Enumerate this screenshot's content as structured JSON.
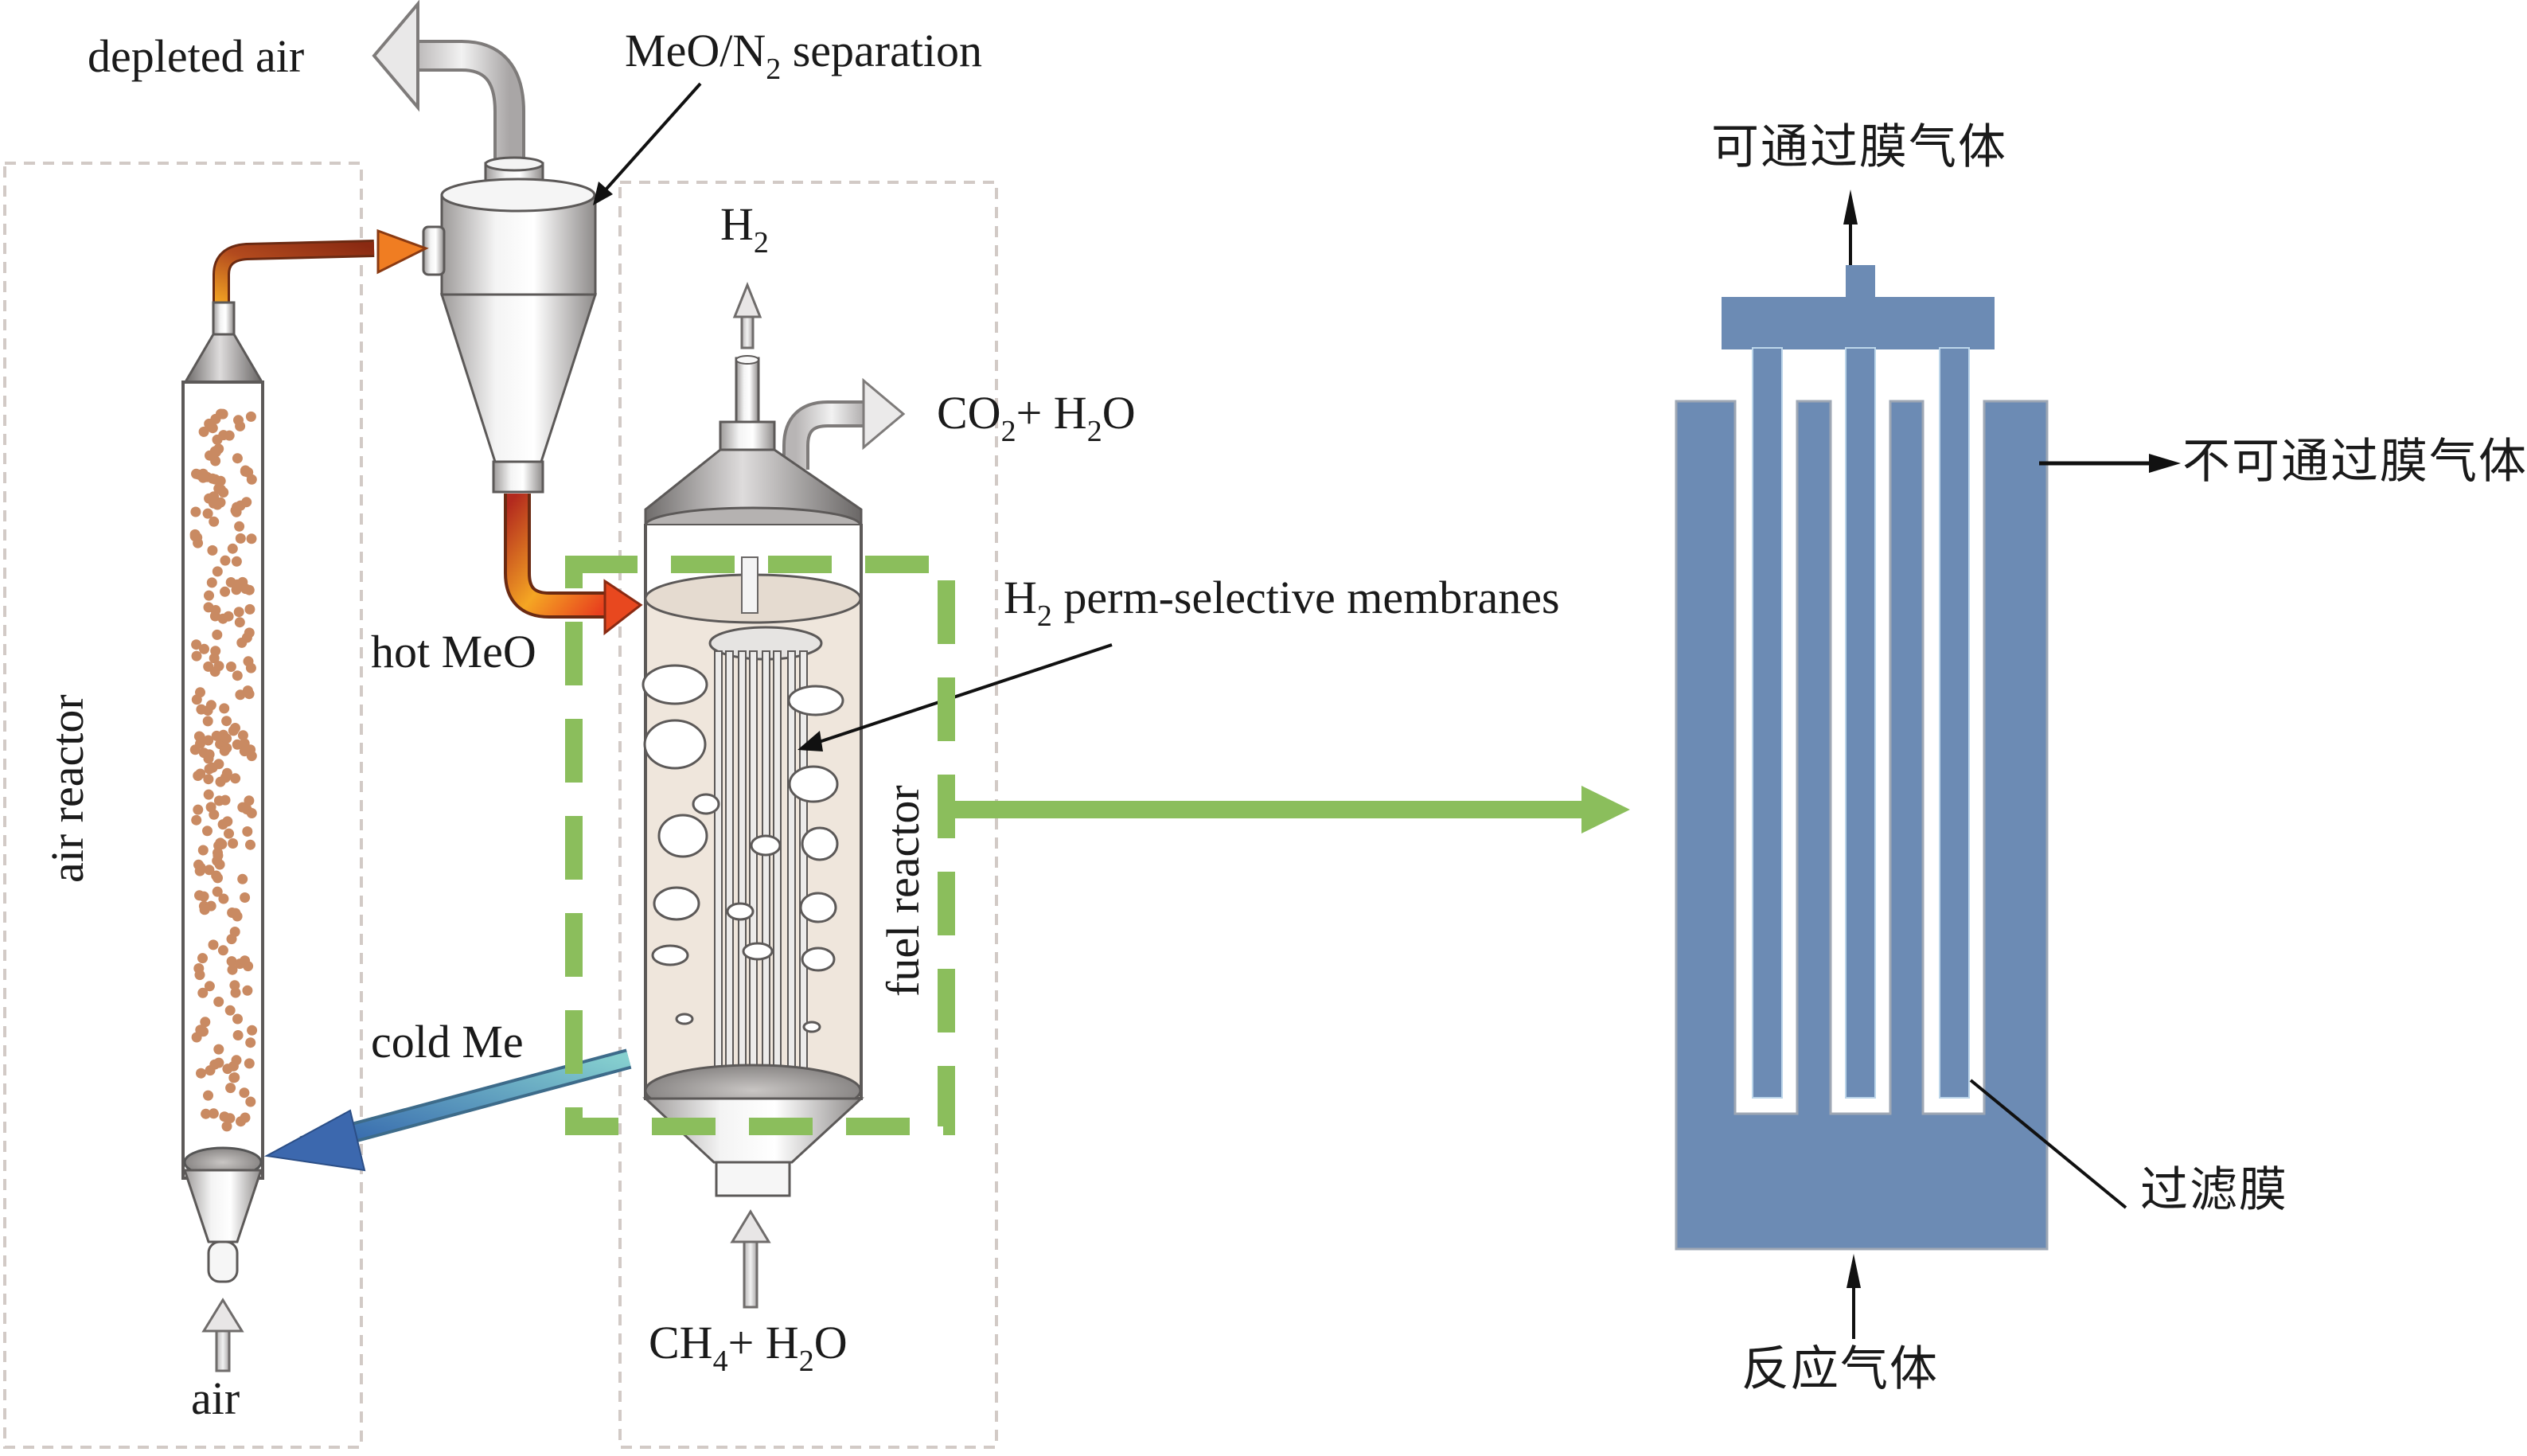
{
  "figure": {
    "left_panel": {
      "labels": {
        "depleted_air": "depleted air",
        "separation_prefix": "MeO/N",
        "separation_sub": "2",
        "separation_suffix": " separation",
        "h2_main": "H",
        "h2_sub": "2",
        "co2_h2o": {
          "a": "CO",
          "a_sub": "2",
          "b": "+ H",
          "b_sub": "2",
          "c": "O"
        },
        "membranes": {
          "a": "H",
          "a_sub": "2",
          "b": " perm-selective membranes"
        },
        "hot_meo": "hot MeO",
        "cold_me": "cold Me",
        "air_reactor": "air reactor",
        "fuel_reactor": "fuel reactor",
        "air": "air",
        "ch4_h2o": {
          "a": "CH",
          "a_sub": "4",
          "b": "+ H",
          "b_sub": "2",
          "c": "O"
        }
      }
    },
    "right_panel": {
      "labels": {
        "permeate_gas": "可通过膜气体",
        "retentate_gas": "不可通过膜气体",
        "filter_membrane": "过滤膜",
        "reactant_gas": "反应气体"
      }
    },
    "colors": {
      "membrane_blue": "#6C8BB4",
      "highlight_green": "#8BBE5C",
      "dashed_box_gray": "#D2CAC6",
      "particle_brown": "#C98A62",
      "hot_stream_orange": "#F08A2A",
      "hot_stream_red": "#D4381E",
      "cold_stream_blue": "#3F6FB0",
      "cold_stream_teal": "#78C4C9",
      "fuel_bed_beige": "#EFE6DC"
    }
  }
}
